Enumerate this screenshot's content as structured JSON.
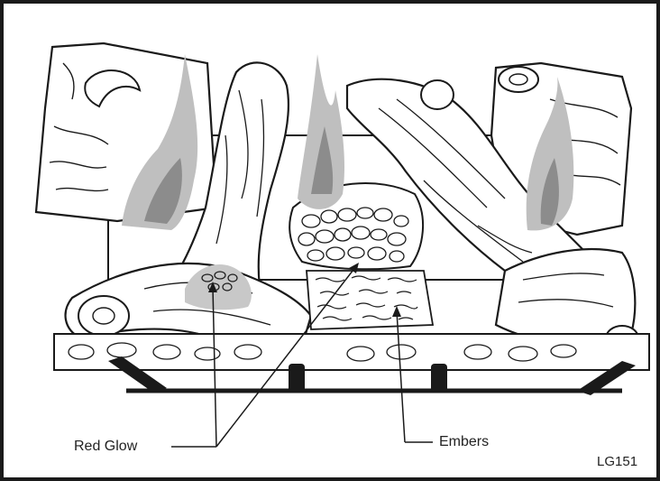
{
  "labels": {
    "red_glow": "Red Glow",
    "embers": "Embers",
    "figure_code": "LG151"
  },
  "colors": {
    "ink": "#1a1a1a",
    "flame_outer": "#bfbfbf",
    "flame_inner": "#8c8c8c",
    "glow": "#c8c8c8",
    "paper": "#ffffff"
  }
}
